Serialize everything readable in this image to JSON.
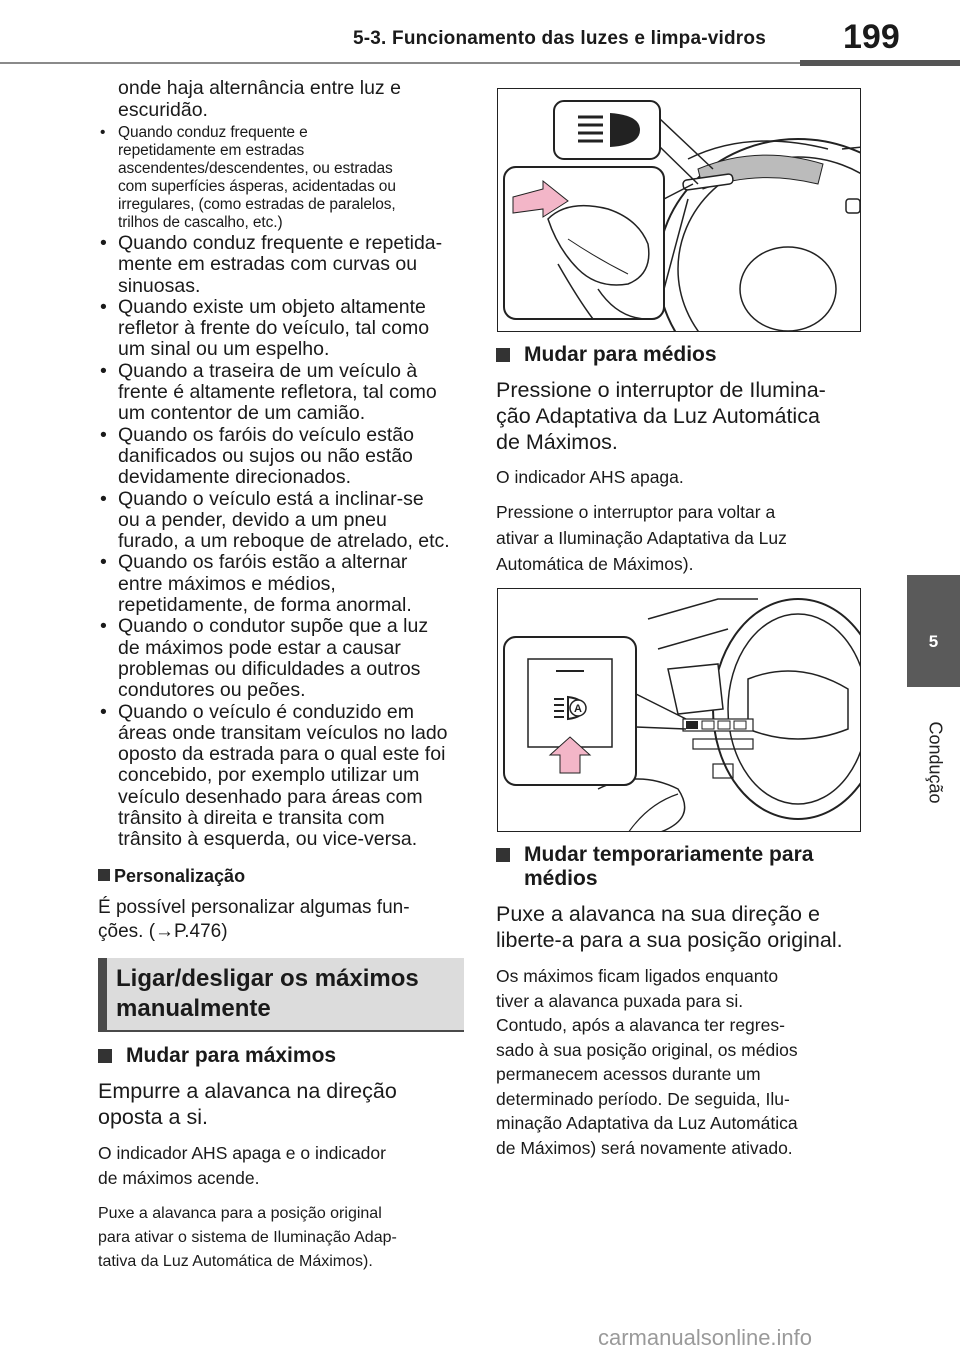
{
  "header": {
    "section_title": "5-3. Funcionamento das luzes e limpa-vidros",
    "page_number": "199"
  },
  "side_tab": {
    "chapter_number": "5",
    "chapter_label": "Condução"
  },
  "left_column": {
    "continuation": [
      "onde haja alternância entre luz e",
      "escuridão."
    ],
    "small_bullet": [
      "Quando conduz frequente e",
      "repetidamente em estradas",
      "ascendentes/descendentes, ou estradas",
      "com superfícies ásperas, acidentadas ou",
      "irregulares, (como estradas de paralelos,",
      "trilhos de cascalho, etc.)"
    ],
    "bullets": [
      [
        "Quando conduz frequente e repetida-",
        "mente em estradas com curvas ou",
        "sinuosas."
      ],
      [
        "Quando existe um objeto altamente",
        "refletor à frente do veículo, tal como",
        "um sinal ou um espelho."
      ],
      [
        "Quando a traseira de um veículo à",
        "frente é altamente refletora, tal como",
        "um contentor de um camião."
      ],
      [
        "Quando os faróis do veículo estão",
        "danificados ou sujos ou não estão",
        "devidamente direcionados."
      ],
      [
        "Quando o veículo está a inclinar-se",
        "ou a pender, devido a um pneu",
        "furado, a um reboque de atrelado, etc."
      ],
      [
        "Quando os faróis estão a alternar",
        "entre máximos e médios,",
        "repetidamente, de forma anormal."
      ],
      [
        "Quando o condutor supõe que a luz",
        "de máximos pode estar a causar",
        "problemas ou dificuldades a outros",
        "condutores ou peões."
      ],
      [
        "Quando o veículo é conduzido em",
        "áreas onde transitam veículos no lado",
        "oposto da estrada para o qual este foi",
        "concebido, por exemplo utilizar um",
        "veículo desenhado para áreas com",
        "trânsito à direita e transita com",
        "trânsito à esquerda, ou vice-versa."
      ]
    ],
    "personalization_heading": "Personalização",
    "personalization_text": [
      "É possível personalizar algumas fun-",
      "ções. (→P.476)"
    ],
    "section_title": [
      "Ligar/desligar os máximos",
      "manualmente"
    ],
    "high_beam_heading": "Mudar para máximos",
    "high_beam_instruction": [
      "Empurre a alavanca na direção",
      "oposta a si."
    ],
    "high_beam_result": [
      "O indicador AHS apaga e o indicador",
      "de máximos acende."
    ],
    "high_beam_note": [
      "Puxe a alavanca para a posição original",
      "para ativar o sistema de Iluminação Adap-",
      "tativa da Luz Automática de Máximos)."
    ]
  },
  "right_column": {
    "low_beam_heading": "Mudar para médios",
    "low_beam_instruction": [
      "Pressione o interruptor de Ilumina-",
      "ção Adaptativa da Luz Automática",
      "de Máximos."
    ],
    "low_beam_result": "O indicador AHS apaga.",
    "low_beam_note": [
      "Pressione o interruptor para voltar a",
      "ativar a Iluminação Adaptativa da Luz",
      "Automática de Máximos)."
    ],
    "temp_heading": [
      "Mudar temporariamente para",
      "médios"
    ],
    "temp_instruction": [
      "Puxe a alavanca na sua direção e",
      "liberte-a para a sua posição original."
    ],
    "temp_note": [
      "Os máximos ficam ligados enquanto",
      "tiver a alavanca puxada para si.",
      "Contudo, após a alavanca ter regres-",
      "sado à sua posição original, os médios",
      "permanecem acessos durante um",
      "determinado período. De seguida, Ilu-",
      "minação Adaptativa da Luz Automática",
      "de Máximos) será novamente ativado."
    ]
  },
  "figures": {
    "fig1_icon": "high-beam-icon",
    "fig2_icon": "auto-high-beam-switch-icon",
    "arrow_color": "#f3b6c8"
  },
  "watermark": "carmanualsonline.info"
}
